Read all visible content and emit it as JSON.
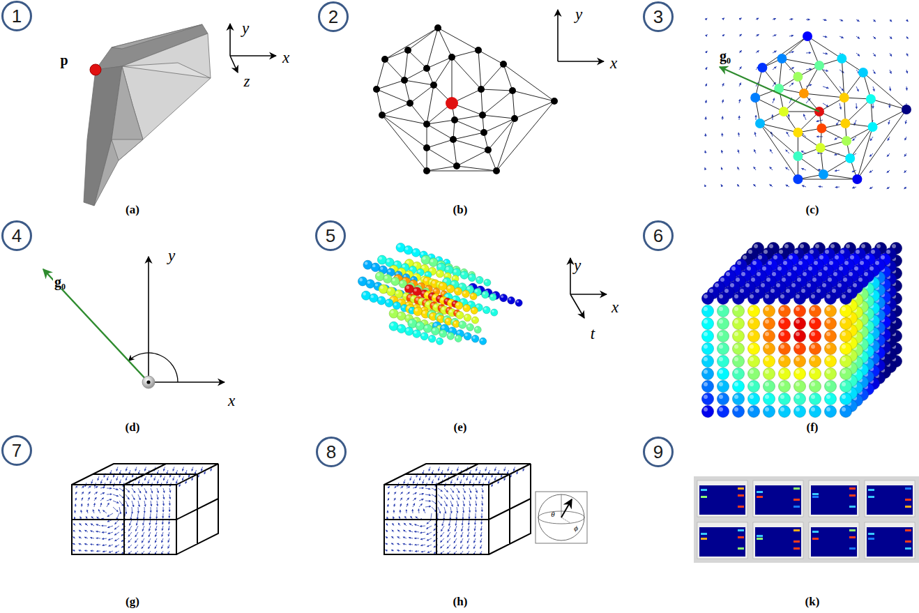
{
  "diagram": {
    "nodes": [
      {
        "text": [
          "1"
        ]
      },
      {
        "text": [
          "2"
        ]
      },
      {
        "text": [
          "3"
        ]
      },
      {
        "text": [
          "4"
        ]
      },
      {
        "text": [
          "5"
        ]
      },
      {
        "text": [
          "6"
        ]
      },
      {
        "text": [
          "7"
        ]
      },
      {
        "text": [
          "8"
        ]
      },
      {
        "text": [
          "9"
        ]
      }
    ],
    "labels": [
      "p",
      "y",
      "x",
      "z",
      "(a)",
      "y",
      "x",
      "(b)",
      "g₀",
      "(c)",
      "g₀",
      "y",
      "x",
      "(d)",
      "y",
      "x",
      "t",
      "(e)",
      "(f)",
      "(g)",
      "θ",
      "ϕ",
      "(h)",
      "(k)"
    ]
  }
}
